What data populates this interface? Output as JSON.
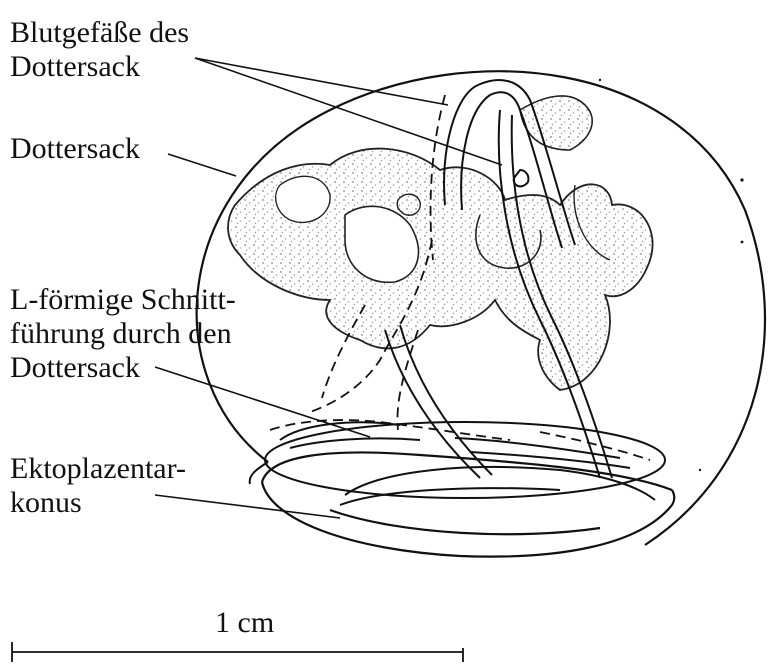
{
  "labels": {
    "blood_vessels": [
      "Blutgefäße des",
      "Dottersack"
    ],
    "yolk_sac": "Dottersack",
    "incision": [
      "L-förmige Schnitt-",
      "führung durch den",
      "Dottersack"
    ],
    "ectoplacental_cone": [
      "Ektoplazentar-",
      "konus"
    ]
  },
  "scale_bar": {
    "label": "1 cm"
  },
  "colors": {
    "ink": "#111111",
    "stipple": "#9a9a9a",
    "background": "#ffffff"
  }
}
